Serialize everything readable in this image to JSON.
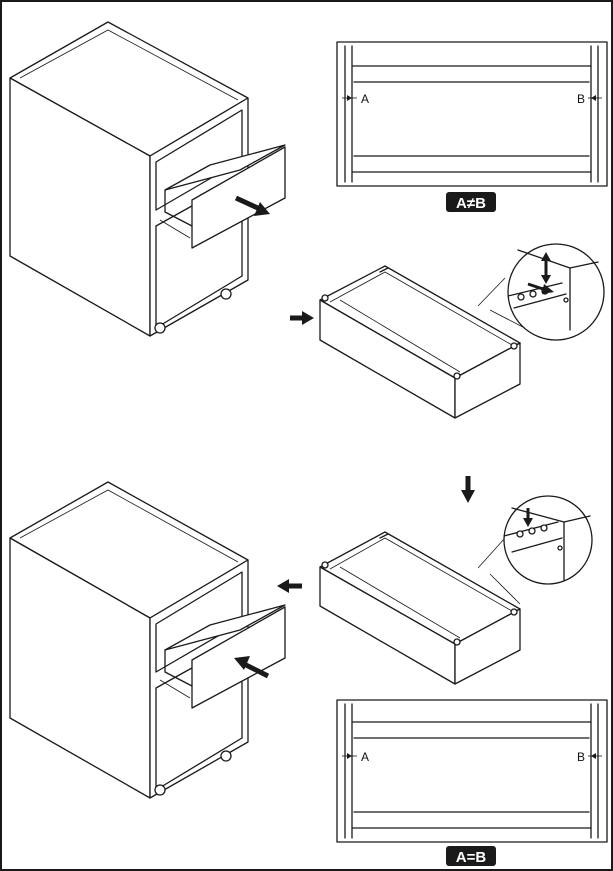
{
  "labels": {
    "top_left": "A",
    "top_right": "B",
    "top_badge": "A≠B",
    "bottom_left": "A",
    "bottom_right": "B",
    "bottom_badge": "A=B"
  },
  "colors": {
    "ink": "#1a1a1a",
    "paper": "#ffffff"
  }
}
